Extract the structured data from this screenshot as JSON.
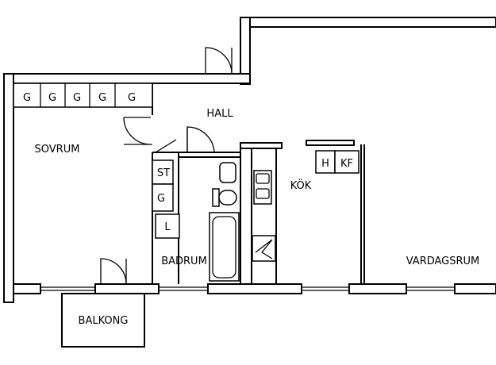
{
  "rooms": {
    "hall": "HALL",
    "sovrum": "SOVRUM",
    "kok": "KÖK",
    "badrum": "BADRUM",
    "vardagsrum": "VARDAGSRUM",
    "balkong": "BALKONG"
  },
  "fixtures": {
    "wardrobes": [
      "G",
      "G",
      "G",
      "G",
      "G"
    ],
    "st": "ST",
    "g": "G",
    "l": "L",
    "h": "H",
    "kf": "KF"
  }
}
